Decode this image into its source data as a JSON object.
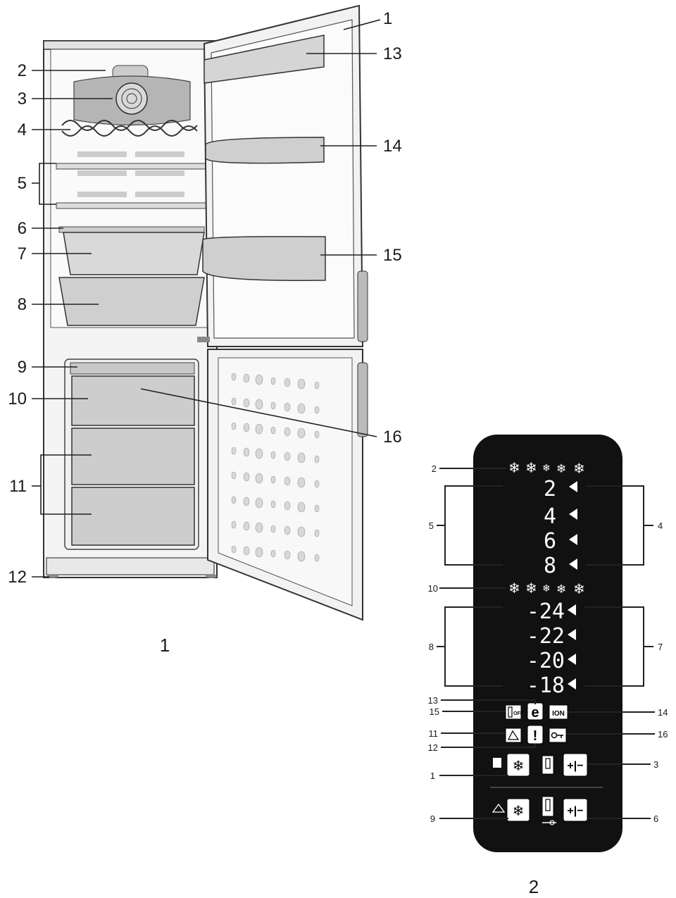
{
  "figure1": {
    "caption": "1",
    "left_labels": [
      "2",
      "3",
      "4",
      "5",
      "6",
      "7",
      "8",
      "9",
      "10",
      "11",
      "12"
    ],
    "right_labels": [
      "1",
      "13",
      "14",
      "15",
      "16"
    ]
  },
  "figure2": {
    "caption": "2",
    "fridge_temps": [
      "2",
      "4",
      "6",
      "8"
    ],
    "freezer_temps": [
      "-24",
      "-22",
      "-20",
      "-18"
    ],
    "labels": {
      "l2": "2",
      "l5": "5",
      "l4": "4",
      "l10": "10",
      "l8": "8",
      "l7": "7",
      "l13": "13",
      "l15": "15",
      "l14": "14",
      "l11": "11",
      "l16": "16",
      "l12": "12",
      "l1": "1",
      "l3": "3",
      "l9": "9",
      "l6": "6"
    },
    "eco_glyph": "e",
    "ion_glyph": "ION",
    "alarm_glyph": "!",
    "plusminus_glyph": "+|−",
    "off_glyph": "OFF"
  },
  "colors": {
    "panel": "#111111",
    "line": "#222222",
    "body": "#f4f4f4"
  }
}
